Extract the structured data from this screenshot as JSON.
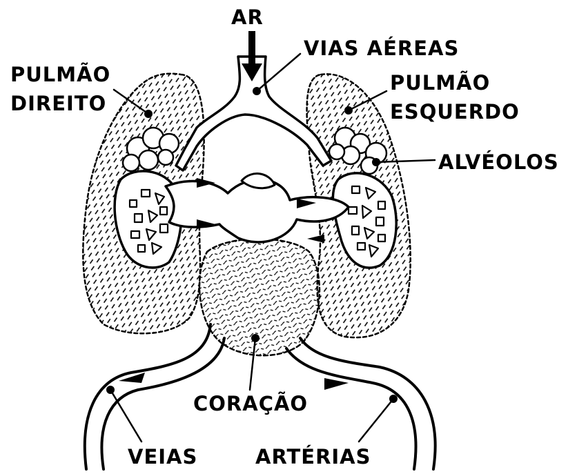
{
  "labels": {
    "ar": "AR",
    "vias_aereas": "VIAS AÉREAS",
    "pulmao_direito_1": "PULMÃO",
    "pulmao_direito_2": "DIREITO",
    "pulmao_esquerdo_1": "PULMÃO",
    "pulmao_esquerdo_2": "ESQUERDO",
    "alveolos": "ALVÉOLOS",
    "coracao": "CORAÇÃO",
    "veias": "VEIAS",
    "arterias": "ARTÉRIAS"
  },
  "colors": {
    "ink": "#000000",
    "background": "#ffffff"
  }
}
